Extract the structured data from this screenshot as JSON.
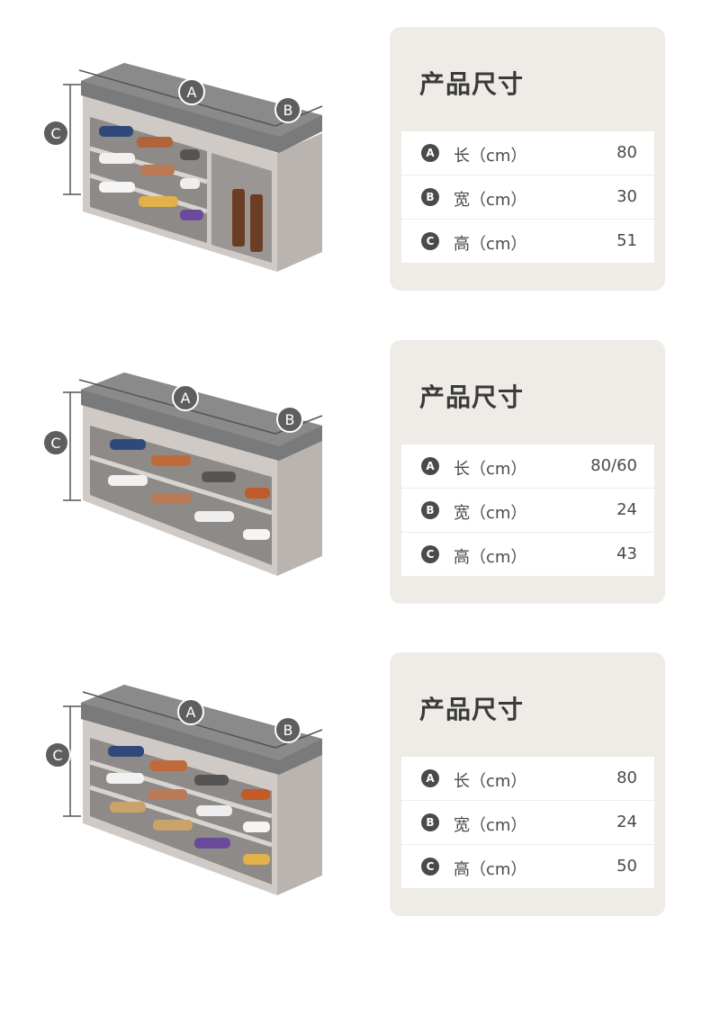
{
  "products": [
    {
      "title": "产品尺寸",
      "markers": [
        "A",
        "B",
        "C"
      ],
      "rows": [
        {
          "badge": "A",
          "label": "长（cm）",
          "value": "80"
        },
        {
          "badge": "B",
          "label": "宽（cm）",
          "value": "30"
        },
        {
          "badge": "C",
          "label": "高（cm）",
          "value": "51"
        }
      ]
    },
    {
      "title": "产品尺寸",
      "markers": [
        "A",
        "B",
        "C"
      ],
      "rows": [
        {
          "badge": "A",
          "label": "长（cm）",
          "value": "80/60"
        },
        {
          "badge": "B",
          "label": "宽（cm）",
          "value": "24"
        },
        {
          "badge": "C",
          "label": "高（cm）",
          "value": "43"
        }
      ]
    },
    {
      "title": "产品尺寸",
      "markers": [
        "A",
        "B",
        "C"
      ],
      "rows": [
        {
          "badge": "A",
          "label": "长（cm）",
          "value": "80"
        },
        {
          "badge": "B",
          "label": "宽（cm）",
          "value": "24"
        },
        {
          "badge": "C",
          "label": "高（cm）",
          "value": "50"
        }
      ]
    }
  ],
  "colors": {
    "card_bg": "#efece7",
    "badge": "#4a4a4a",
    "cushion": "#7a7a7a",
    "wood": "#cfcac6"
  }
}
